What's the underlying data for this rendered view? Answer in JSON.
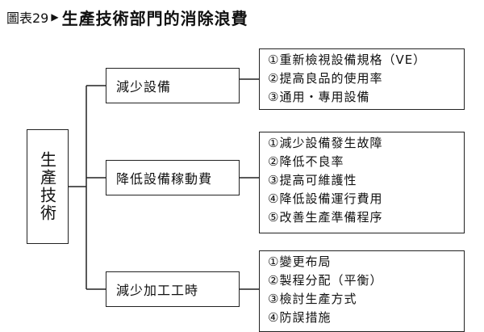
{
  "title": {
    "label": "圖表29",
    "arrow": "▶",
    "text": "生產技術部門的消除浪費"
  },
  "root": {
    "label": "生產技術"
  },
  "branches": [
    {
      "label": "減少設備",
      "items": [
        "①重新檢視設備規格（VE）",
        "②提高良品的使用率",
        "③通用・專用設備"
      ]
    },
    {
      "label": "降低設備稼動費",
      "items": [
        "①減少設備發生故障",
        "②降低不良率",
        "③提高可維護性",
        "④降低設備運行費用",
        "⑤改善生產準備程序"
      ]
    },
    {
      "label": "減少加工工時",
      "items": [
        "①變更布局",
        "②製程分配（平衡）",
        "③檢討生產方式",
        "④防誤措施"
      ]
    }
  ]
}
